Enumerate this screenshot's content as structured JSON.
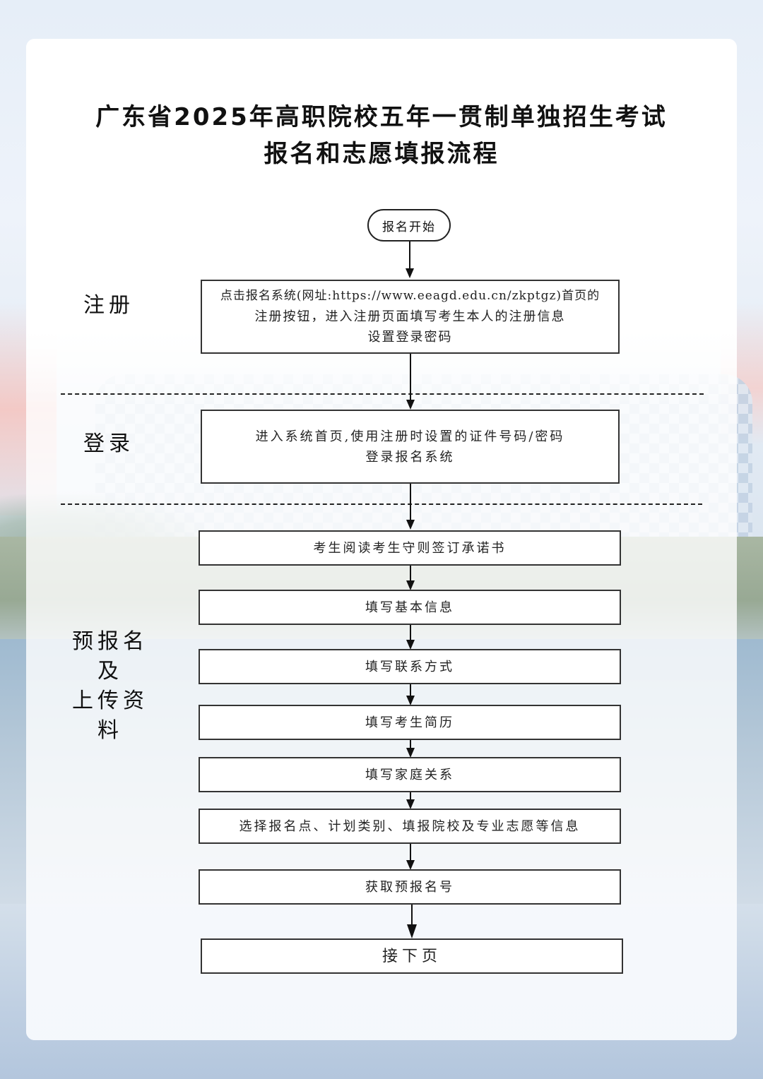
{
  "title": {
    "line1": "广东省2025年高职院校五年一贯制单独招生考试",
    "line2": "报名和志愿填报流程"
  },
  "sections": {
    "register": "注册",
    "login": "登录",
    "prereg_line1": "预报名",
    "prereg_line2": "及",
    "prereg_line3": "上传资料"
  },
  "flow": {
    "start": "报名开始",
    "steps": [
      {
        "id": "register-step",
        "lines": [
          "点击报名系统(网址:https://www.eeagd.edu.cn/zkptgz)首页的",
          "注册按钮，进入注册页面填写考生本人的注册信息",
          "设置登录密码"
        ]
      },
      {
        "id": "login-step",
        "lines": [
          "进入系统首页,使用注册时设置的证件号码/密码",
          "登录报名系统"
        ]
      },
      {
        "id": "sign-pledge",
        "lines": [
          "考生阅读考生守则签订承诺书"
        ]
      },
      {
        "id": "basic-info",
        "lines": [
          "填写基本信息"
        ]
      },
      {
        "id": "contact-info",
        "lines": [
          "填写联系方式"
        ]
      },
      {
        "id": "resume",
        "lines": [
          "填写考生简历"
        ]
      },
      {
        "id": "family",
        "lines": [
          "填写家庭关系"
        ]
      },
      {
        "id": "choices",
        "lines": [
          "选择报名点、计划类别、填报院校及专业志愿等信息"
        ]
      },
      {
        "id": "get-number",
        "lines": [
          "获取预报名号"
        ]
      },
      {
        "id": "next-page",
        "lines": [
          "接下页"
        ]
      }
    ]
  },
  "colors": {
    "line": "#111111",
    "box_fill": "#ffffff",
    "card": "rgba(255,255,255,0.8)"
  }
}
